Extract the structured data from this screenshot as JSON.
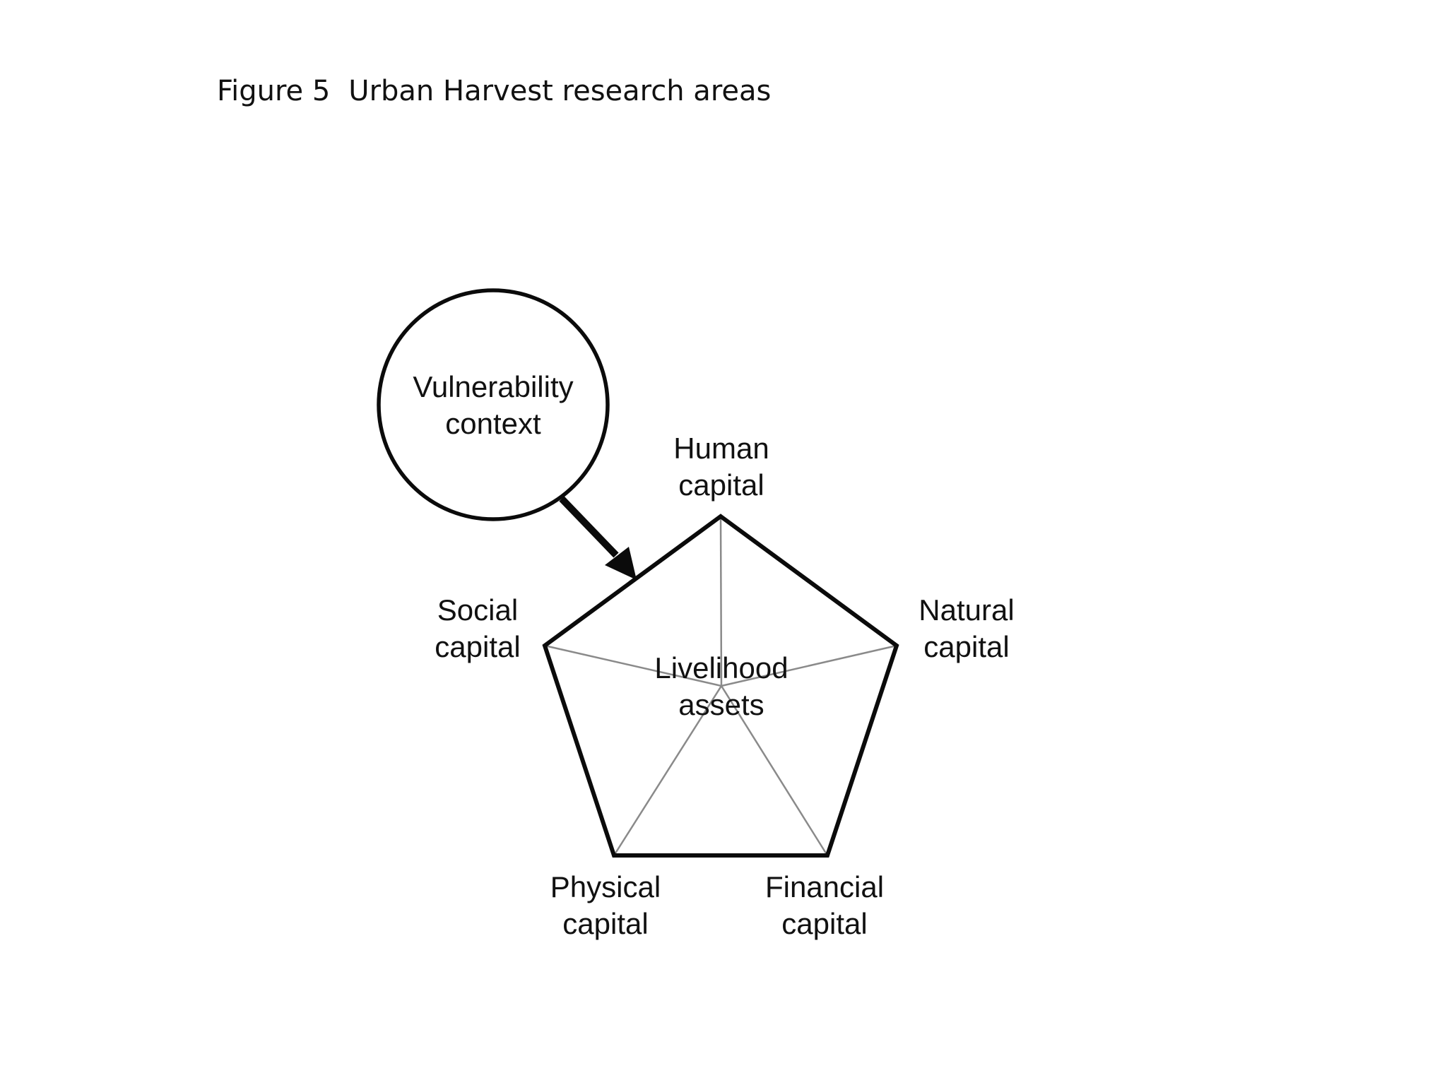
{
  "figure": {
    "label": "Figure 5",
    "title": "Urban Harvest research areas"
  },
  "diagram": {
    "circle_label": "Vulnerability\ncontext",
    "pentagon_center_label": "Livelihood\nassets",
    "capital_labels": {
      "human": "Human\ncapital",
      "natural": "Natural\ncapital",
      "financial": "Financial\ncapital",
      "physical": "Physical\ncapital",
      "social": "Social\ncapital"
    },
    "colors": {
      "outline": "#0b0b0b",
      "spokes": "#8a8a8a",
      "background": "#ffffff",
      "text": "#111111"
    }
  }
}
